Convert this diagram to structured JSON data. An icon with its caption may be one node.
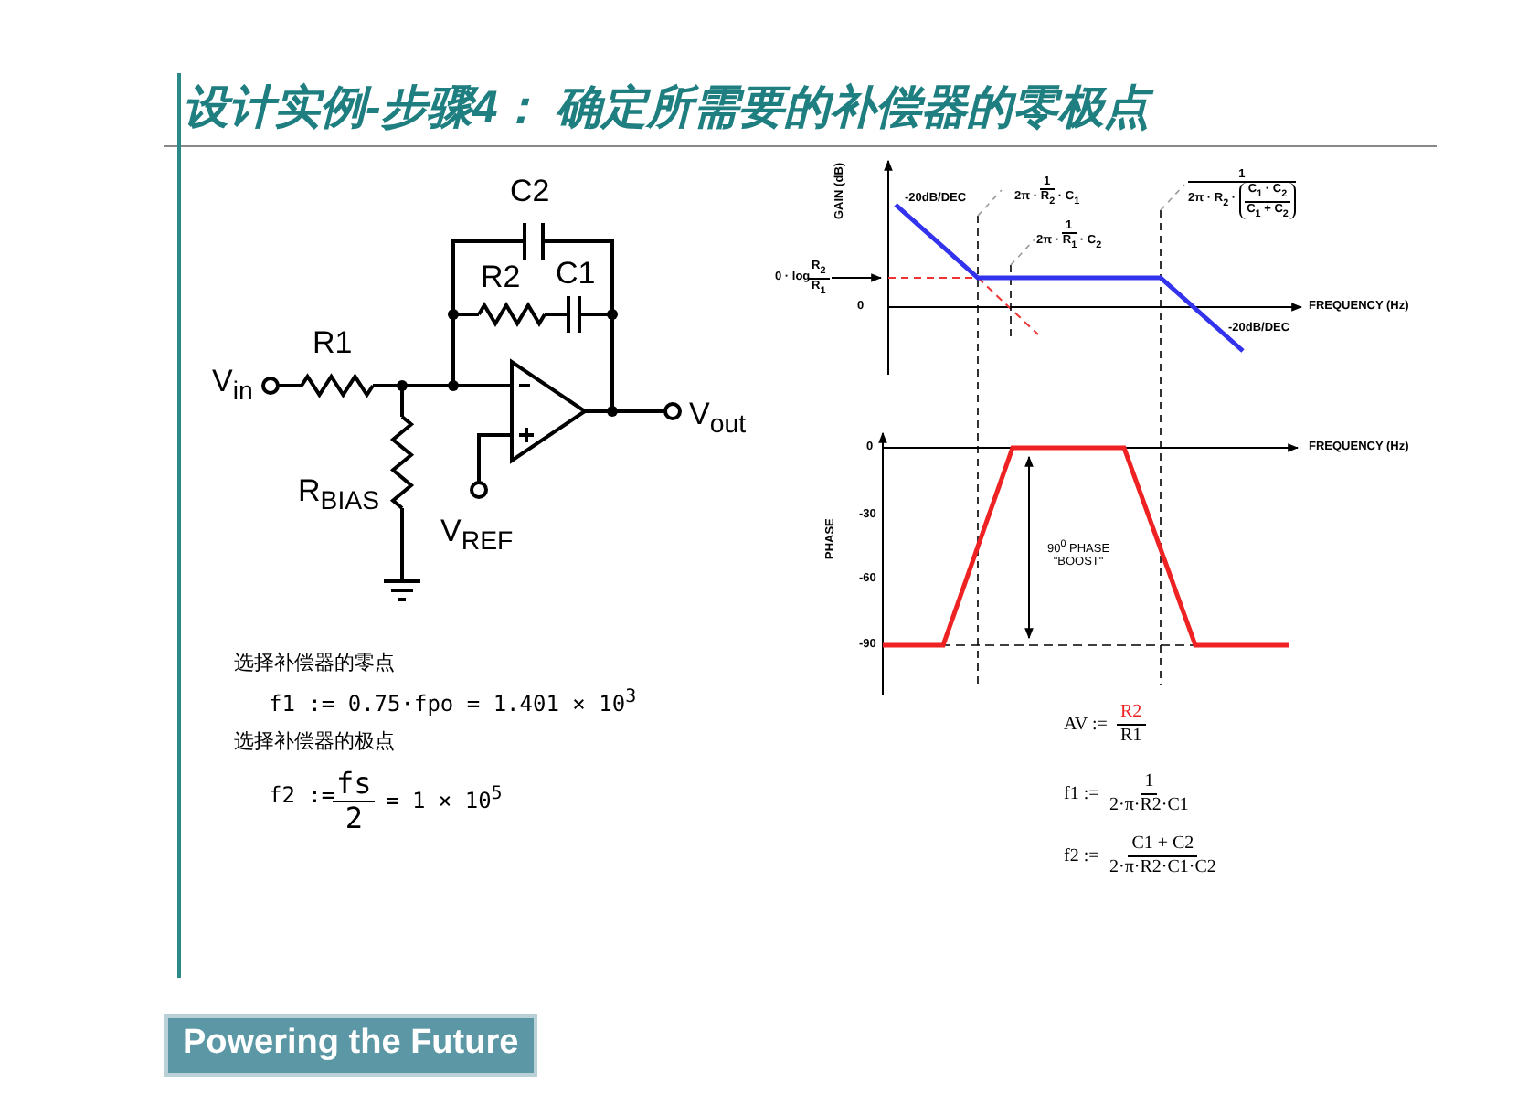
{
  "diagram": {
    "title": "设计实例-步骤4： 确定所需要的补偿器的零极点",
    "labels": [
      "C2",
      "R2",
      "C1",
      "R1",
      "V$_{in}$",
      "V$_{out}$",
      "R$_{BIAS}$",
      "V$_{REF}$",
      "GAIN (dB)",
      "-20dB/DEC",
      "1",
      "2π · R$_{2}$ · C$_{1}$",
      "1",
      "2π · R$_{1}$ · C$_{2}$",
      "1",
      "2π · R$_{2}$ ·",
      "C$_{1}$ · C$_{2}$",
      "C$_{1}$ + C$_{2}$",
      "0 · log",
      "R$_{2}$",
      "R$_{1}$",
      "0",
      "FREQUENCY (Hz)",
      "-20dB/DEC",
      "0",
      "FREQUENCY (Hz)",
      "-30",
      "PHASE",
      "-60",
      "90$^{0}$ PHASE \"BOOST\"",
      "-90",
      "选择补偿器的零点",
      "f1 := 0.75·fpo = 1.401 × 10$^{3}$",
      "选择补偿器的极点",
      "f2 :=",
      "fs",
      "2",
      "= 1 × 10$^{5}$",
      "AV :=",
      "R2",
      "R1",
      "f1 :=",
      "1",
      "2·π·R2·C1",
      "f2 :=",
      "C1 + C2",
      "2·π·R2·C1·C2",
      "Powering the Future"
    ]
  }
}
